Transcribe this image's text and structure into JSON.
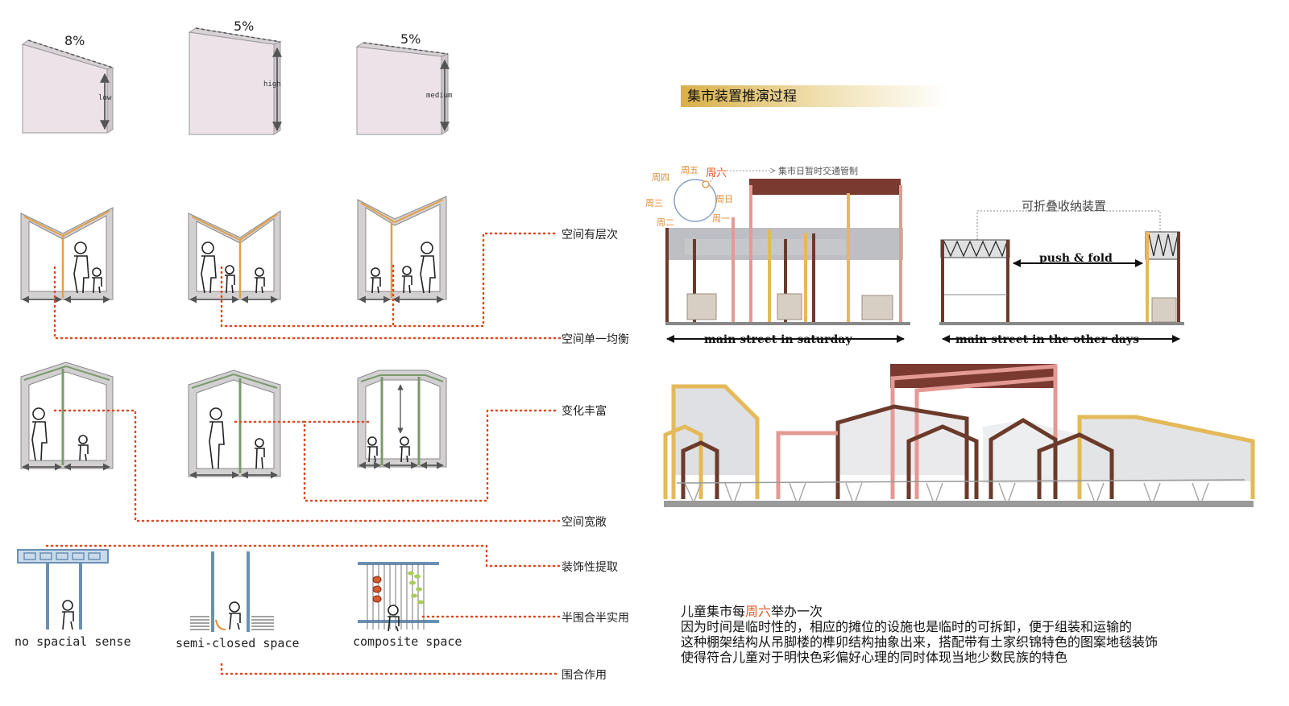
{
  "slopes": [
    {
      "percent": "8%",
      "height_label": "low"
    },
    {
      "percent": "5%",
      "height_label": "high"
    },
    {
      "percent": "5%",
      "height_label": "medium"
    }
  ],
  "concepts": {
    "layered": "空间有层次",
    "uniform": "空间单一均衡",
    "varied": "变化丰富",
    "open": "空间宽敞",
    "decor": "装饰性提取",
    "semi": "半围合半实用",
    "enclose": "围合作用"
  },
  "space_types": {
    "none": "no spacial sense",
    "semi": "semi-closed space",
    "composite": "composite space"
  },
  "section_title": "集市装置推演过程",
  "weekdays": {
    "mon": "周一",
    "tue": "周二",
    "wed": "周三",
    "thu": "周四",
    "fri": "周五",
    "sat": "周六",
    "sun": "周日",
    "traffic_note": "集市日暂时交通管制"
  },
  "fold_note": "可折叠收纳装置",
  "push_fold": "push & fold",
  "captions": {
    "saturday": "main street in saturday",
    "other_days": "main street in the other days"
  },
  "description": {
    "l1_pre": "儿童集市每",
    "l1_hl": "周六",
    "l1_post": "举办一次",
    "l2": "因为时间是临时性的，相应的摊位的设施也是临时的可拆卸，便于组装和运输的",
    "l3": "这种棚架结构从吊脚楼的榫卯结构抽象出来，搭配带有土家织锦特色的图案地毯装饰",
    "l4": "使得符合儿童对于明快色彩偏好心理的同时体现当地少数民族的特色"
  },
  "colors": {
    "dotted_line": "#e0471e",
    "highlight": "#e05a2a",
    "brown": "#6b3a2a",
    "pink": "#e39a94",
    "yellow": "#e3b95a",
    "panel": "#ece2e8"
  }
}
